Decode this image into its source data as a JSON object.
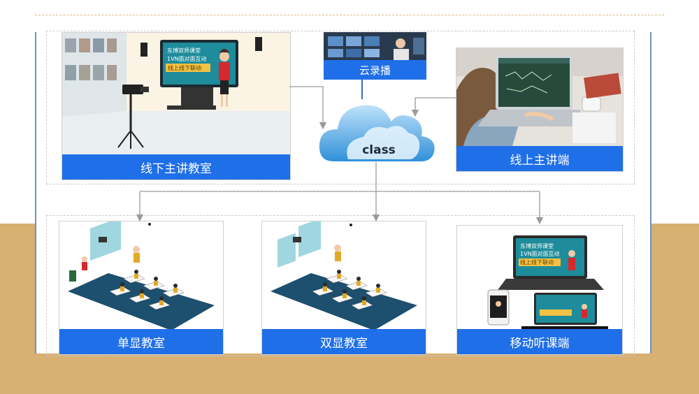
{
  "nodes": {
    "offline_classroom": "线下主讲教室",
    "cloud_recording": "云录播",
    "cloud": "class",
    "online_teacher": "线上主讲端",
    "single_display": "单显教室",
    "dual_display": "双显教室",
    "mobile_listen": "移动听课端"
  },
  "screen": {
    "line1": "东博双师课堂",
    "line2": "1VN面对面互动",
    "line3": "线上线下联动"
  },
  "colors": {
    "label_blue": "#1f6fe8",
    "band_tan": "#d8b072",
    "cloud_blue": "#4ea8e8"
  }
}
